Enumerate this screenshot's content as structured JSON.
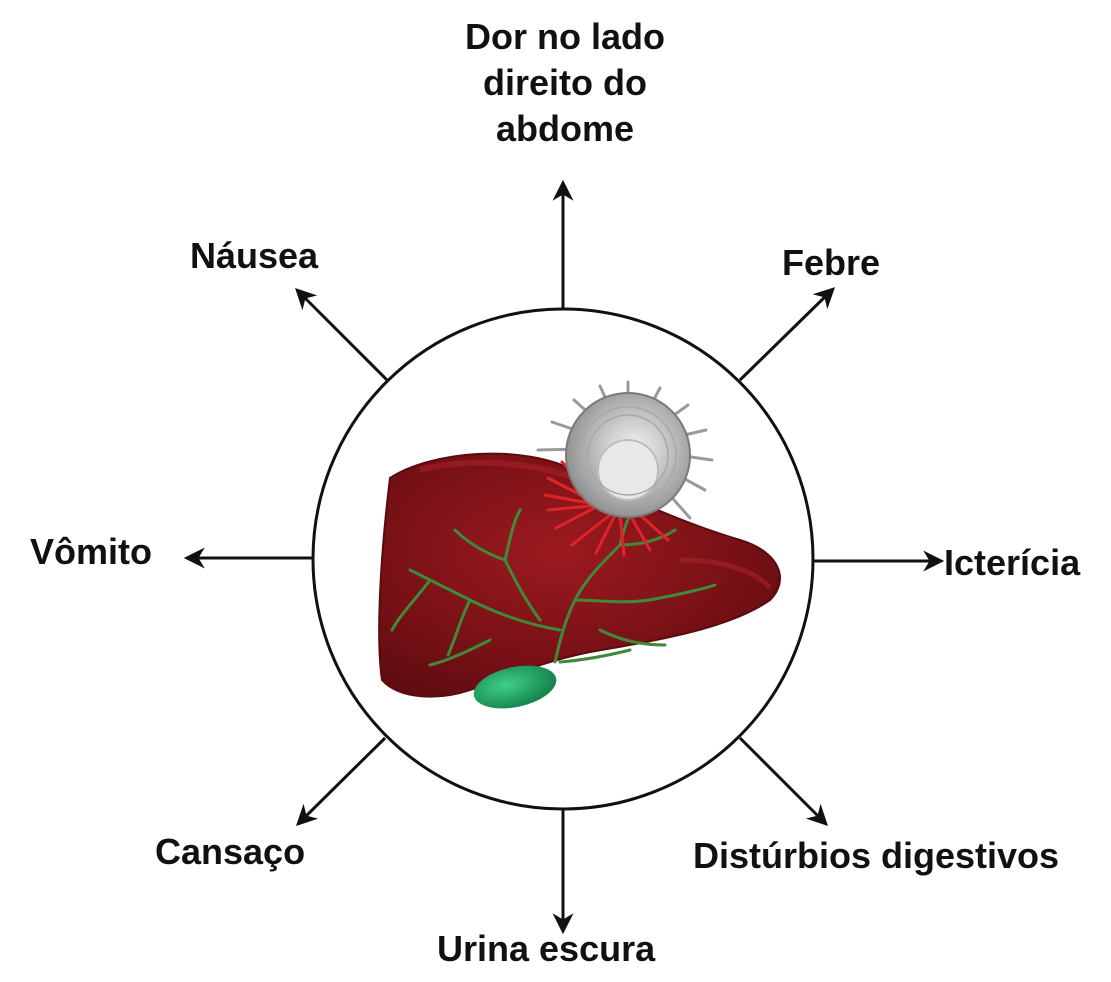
{
  "diagram": {
    "center_icon": "liver-with-virus",
    "symptoms": {
      "top": [
        "Dor no lado",
        "direito do",
        "abdome"
      ],
      "top_left": "Náusea",
      "top_right": "Febre",
      "left": "Vômito",
      "right": "Icterícia",
      "bottom_left": "Cansaço",
      "bottom_right": "Distúrbios digestivos",
      "bottom": "Urina escura"
    },
    "colors": {
      "liver": "#7a1014",
      "liver_highlight": "#b3242a",
      "bile_ducts": "#3f8a3a",
      "gallbladder": "#1f9a5a",
      "virus": "#b8b8b8",
      "inflammation": "#e0232b",
      "arrows": "#111111"
    }
  }
}
